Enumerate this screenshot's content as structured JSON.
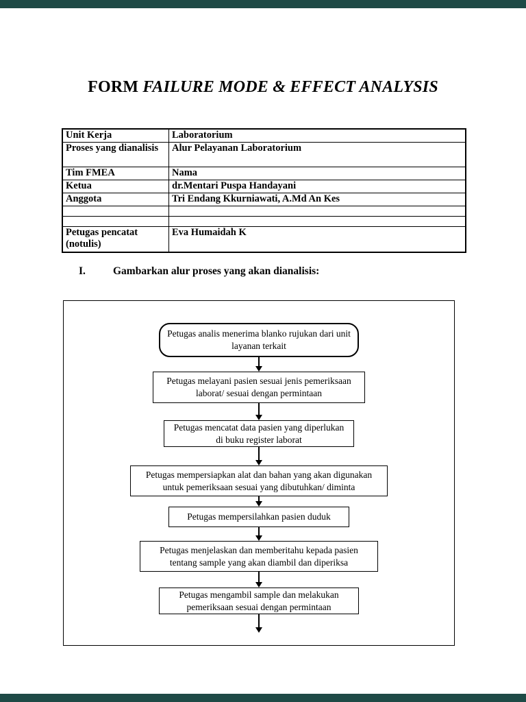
{
  "viewer": {
    "frame_color": "#1e4a46",
    "page_background": "#ffffff"
  },
  "page": {
    "title_prefix": "FORM ",
    "title_italic": "FAILURE MODE & EFFECT ANALYSIS",
    "section_number": "I.",
    "section_heading": "Gambarkan alur proses yang akan dianalisis:"
  },
  "info_table": {
    "rows": [
      {
        "label": "Unit Kerja",
        "value": "Laboratorium"
      },
      {
        "label": "Proses yang dianalisis",
        "value": "Alur Pelayanan Laboratorium"
      },
      {
        "label": "Tim FMEA",
        "value": "Nama"
      },
      {
        "label": "Ketua",
        "value": "dr.Mentari Puspa Handayani"
      },
      {
        "label": "Anggota",
        "value": "Tri Endang Kkurniawati, A.Md An Kes"
      },
      {
        "label": "",
        "value": ""
      },
      {
        "label": "",
        "value": ""
      },
      {
        "label": "Petugas pencatat (notulis)",
        "value": "Eva Humaidah K"
      }
    ]
  },
  "flowchart": {
    "trailing_arrow": true,
    "steps": [
      {
        "shape": "rounded",
        "text": "Petugas analis menerima blanko rujukan dari unit layanan terkait"
      },
      {
        "shape": "rect",
        "text": "Petugas melayani pasien sesuai jenis pemeriksaan laborat/ sesuai dengan permintaan"
      },
      {
        "shape": "rect",
        "text": "Petugas mencatat data pasien yang diperlukan di buku register laborat"
      },
      {
        "shape": "rect",
        "text": "Petugas mempersiapkan alat dan bahan yang akan digunakan untuk pemeriksaan sesuai yang dibutuhkan/ diminta"
      },
      {
        "shape": "rect",
        "text": "Petugas mempersilahkan pasien duduk"
      },
      {
        "shape": "rect",
        "text": "Petugas menjelaskan dan memberitahu kepada pasien tentang sample yang akan diambil dan diperiksa"
      },
      {
        "shape": "rect",
        "text": "Petugas mengambil sample dan melakukan pemeriksaan sesuai dengan permintaan"
      }
    ]
  }
}
